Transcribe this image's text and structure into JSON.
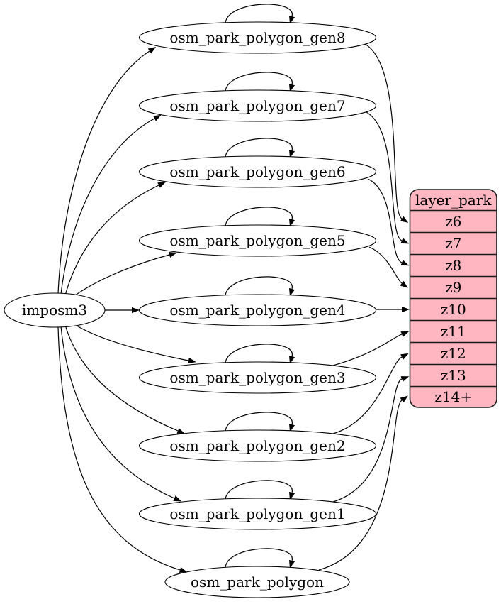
{
  "diagram": {
    "background": "#ffffff",
    "stroke_color": "#000000",
    "source": {
      "label": "imposm3"
    },
    "tables": [
      {
        "label": "osm_park_polygon_gen8"
      },
      {
        "label": "osm_park_polygon_gen7"
      },
      {
        "label": "osm_park_polygon_gen6"
      },
      {
        "label": "osm_park_polygon_gen5"
      },
      {
        "label": "osm_park_polygon_gen4"
      },
      {
        "label": "osm_park_polygon_gen3"
      },
      {
        "label": "osm_park_polygon_gen2"
      },
      {
        "label": "osm_park_polygon_gen1"
      },
      {
        "label": "osm_park_polygon"
      }
    ],
    "layer": {
      "title": "layer_park",
      "fill": "#ffb6c1",
      "zoom_rows": [
        "z6",
        "z7",
        "z8",
        "z9",
        "z10",
        "z11",
        "z12",
        "z13",
        "z14+"
      ]
    },
    "edges": [
      {
        "from": "imposm3",
        "to": "osm_park_polygon_gen8"
      },
      {
        "from": "imposm3",
        "to": "osm_park_polygon_gen7"
      },
      {
        "from": "imposm3",
        "to": "osm_park_polygon_gen6"
      },
      {
        "from": "imposm3",
        "to": "osm_park_polygon_gen5"
      },
      {
        "from": "imposm3",
        "to": "osm_park_polygon_gen4"
      },
      {
        "from": "imposm3",
        "to": "osm_park_polygon_gen3"
      },
      {
        "from": "imposm3",
        "to": "osm_park_polygon_gen2"
      },
      {
        "from": "imposm3",
        "to": "osm_park_polygon_gen1"
      },
      {
        "from": "imposm3",
        "to": "osm_park_polygon"
      },
      {
        "from": "osm_park_polygon_gen8",
        "to": "osm_park_polygon_gen8",
        "type": "self-loop"
      },
      {
        "from": "osm_park_polygon_gen7",
        "to": "osm_park_polygon_gen7",
        "type": "self-loop"
      },
      {
        "from": "osm_park_polygon_gen6",
        "to": "osm_park_polygon_gen6",
        "type": "self-loop"
      },
      {
        "from": "osm_park_polygon_gen5",
        "to": "osm_park_polygon_gen5",
        "type": "self-loop"
      },
      {
        "from": "osm_park_polygon_gen4",
        "to": "osm_park_polygon_gen4",
        "type": "self-loop"
      },
      {
        "from": "osm_park_polygon_gen3",
        "to": "osm_park_polygon_gen3",
        "type": "self-loop"
      },
      {
        "from": "osm_park_polygon_gen2",
        "to": "osm_park_polygon_gen2",
        "type": "self-loop"
      },
      {
        "from": "osm_park_polygon_gen1",
        "to": "osm_park_polygon_gen1",
        "type": "self-loop"
      },
      {
        "from": "osm_park_polygon",
        "to": "osm_park_polygon",
        "type": "self-loop"
      },
      {
        "from": "osm_park_polygon_gen8",
        "to": "layer_park:z6"
      },
      {
        "from": "osm_park_polygon_gen7",
        "to": "layer_park:z7"
      },
      {
        "from": "osm_park_polygon_gen6",
        "to": "layer_park:z8"
      },
      {
        "from": "osm_park_polygon_gen5",
        "to": "layer_park:z9"
      },
      {
        "from": "osm_park_polygon_gen4",
        "to": "layer_park:z10"
      },
      {
        "from": "osm_park_polygon_gen3",
        "to": "layer_park:z11"
      },
      {
        "from": "osm_park_polygon_gen2",
        "to": "layer_park:z12"
      },
      {
        "from": "osm_park_polygon_gen1",
        "to": "layer_park:z13"
      },
      {
        "from": "osm_park_polygon",
        "to": "layer_park:z14+"
      }
    ]
  }
}
